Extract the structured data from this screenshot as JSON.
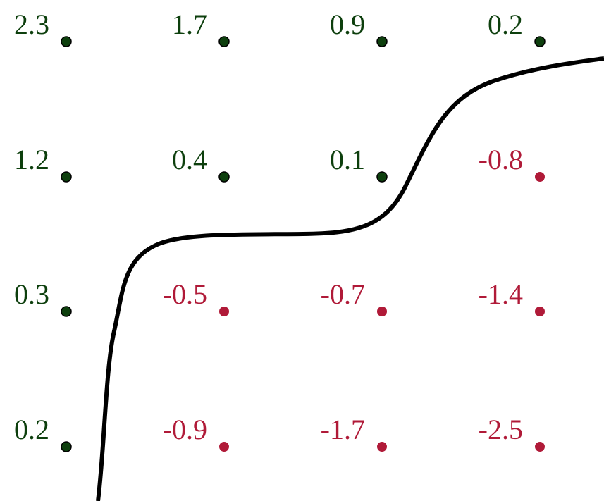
{
  "colors": {
    "positive": "#0d3f0d",
    "negative": "#b01a38",
    "boundary": "#000000"
  },
  "grid": {
    "rows": [
      [
        "2.3",
        "1.7",
        "0.9",
        "0.2"
      ],
      [
        "1.2",
        "0.4",
        "0.1",
        "-0.8"
      ],
      [
        "0.3",
        "-0.5",
        "-0.7",
        "-1.4"
      ],
      [
        "0.2",
        "-0.9",
        "-1.7",
        "-2.5"
      ]
    ]
  }
}
